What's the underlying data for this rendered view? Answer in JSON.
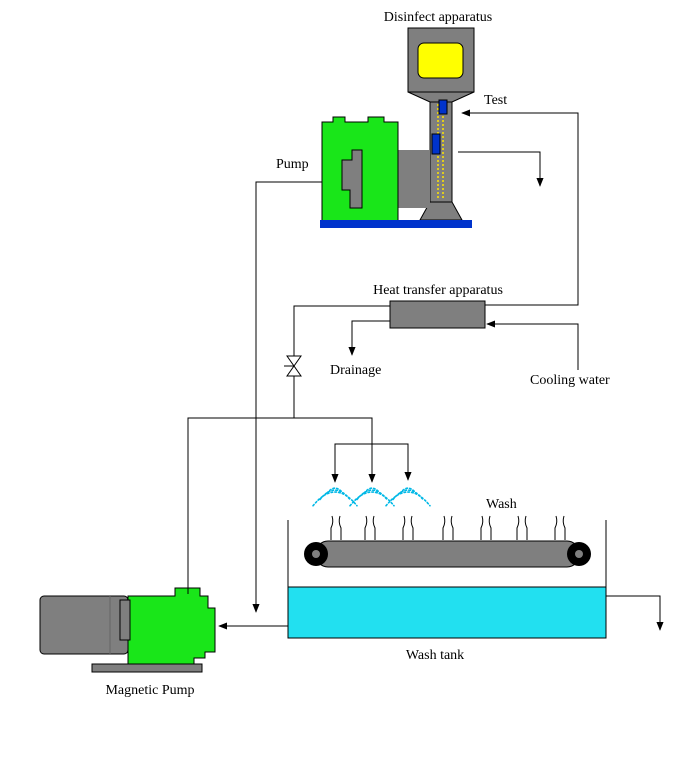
{
  "labels": {
    "disinfect_apparatus": "Disinfect apparatus",
    "test": "Test",
    "pump": "Pump",
    "heat_transfer_apparatus": "Heat transfer apparatus",
    "drainage": "Drainage",
    "cooling_water": "Cooling water",
    "wash": "Wash",
    "wash_tank": "Wash tank",
    "magnetic_pump": "Magnetic Pump"
  },
  "colors": {
    "equipment_gray": "#7f7f7f",
    "pump_green": "#19e619",
    "screen_yellow": "#ffff00",
    "base_blue": "#0033cc",
    "tank_water": "#22e0f0",
    "spray": "#00b8e6",
    "hatch_yellow": "#ffe600"
  }
}
